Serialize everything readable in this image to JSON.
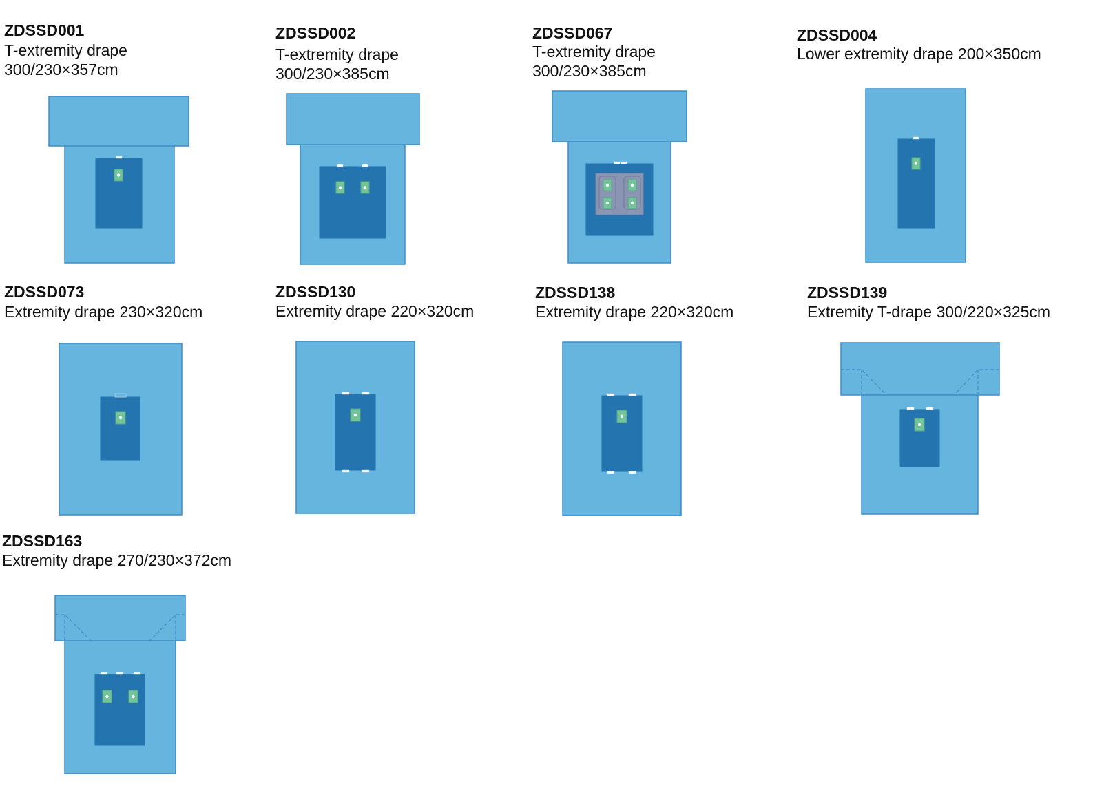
{
  "colors": {
    "light_blue": "#66b5de",
    "dark_blue": "#2474b0",
    "border_blue": "#3f8cc6",
    "window_green": "#72c49a",
    "window_border": "#5aa67e",
    "pouch_gray": "#8a95b4",
    "tape_white": "#ffffff"
  },
  "items": [
    {
      "code": "ZDSSD001",
      "desc": [
        "T-extremity drape",
        "300/230×357cm"
      ]
    },
    {
      "code": "ZDSSD002",
      "desc": [
        "T-extremity drape",
        "300/230×385cm"
      ]
    },
    {
      "code": "ZDSSD067",
      "desc": [
        "T-extremity drape",
        "300/230×385cm"
      ]
    },
    {
      "code": "ZDSSD004",
      "desc": [
        "Lower extremity drape 200×350cm"
      ]
    },
    {
      "code": "ZDSSD073",
      "desc": [
        "Extremity drape 230×320cm"
      ]
    },
    {
      "code": "ZDSSD130",
      "desc": [
        "Extremity drape 220×320cm"
      ]
    },
    {
      "code": "ZDSSD138",
      "desc": [
        "Extremity drape 220×320cm"
      ]
    },
    {
      "code": "ZDSSD139",
      "desc": [
        "Extremity T-drape 300/220×325cm"
      ]
    },
    {
      "code": "ZDSSD163",
      "desc": [
        "Extremity drape 270/230×372cm"
      ]
    }
  ]
}
